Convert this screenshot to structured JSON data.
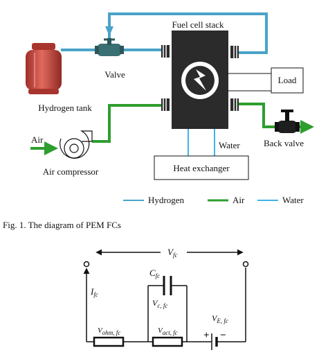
{
  "diagram": {
    "fuel_cell_stack": "Fuel cell stack",
    "valve": "Valve",
    "hydrogen_tank": "Hydrogen tank",
    "load": "Load",
    "air_input": "Air",
    "air_compressor": "Air compressor",
    "water_out": "Water",
    "back_valve": "Back valve",
    "heat_exchanger": "Heat exchanger"
  },
  "legend": {
    "items": [
      {
        "label": "Hydrogen",
        "color": "#4aa3c8"
      },
      {
        "label": "Air",
        "color": "#2e9e2e"
      },
      {
        "label": "Water",
        "color": "#3fb3e6"
      }
    ]
  },
  "caption": "Fig. 1. The diagram of PEM FCs",
  "circuit": {
    "vfc": {
      "main": "V",
      "sub": "fc"
    },
    "cfc": {
      "main": "C",
      "sub": "fc"
    },
    "ifc": {
      "main": "I",
      "sub": "fc"
    },
    "vcfc": {
      "main": "V",
      "sub": "c, fc"
    },
    "vefc": {
      "main": "V",
      "sub": "E, fc"
    },
    "vohm": {
      "main": "V",
      "sub": "ohm, fc"
    },
    "vact": {
      "main": "V",
      "sub": "act, fc"
    },
    "plus": "+",
    "minus": "−"
  },
  "colors": {
    "hydrogen_pipe": "#4aa3c8",
    "air_pipe": "#2e9e2e",
    "water_pipe": "#3fb3e6",
    "tank_red": "#c8463c",
    "stack_dark": "#2b2b2b"
  }
}
